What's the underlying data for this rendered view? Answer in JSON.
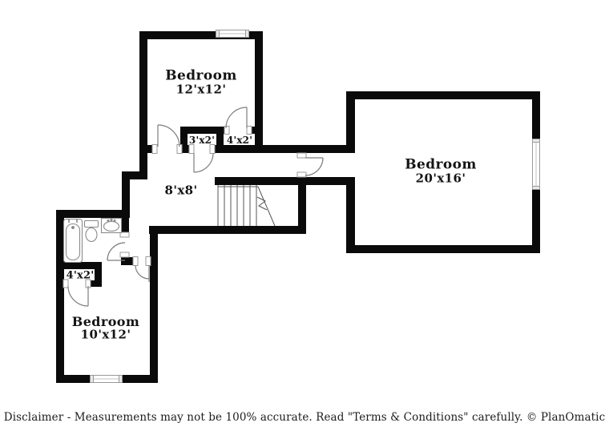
{
  "plan": {
    "rooms": {
      "bedroom_top": {
        "name": "Bedroom",
        "dims": "12'x12'"
      },
      "bedroom_right": {
        "name": "Bedroom",
        "dims": "20'x16'"
      },
      "bedroom_bottom": {
        "name": "Bedroom",
        "dims": "10'x12'"
      },
      "hall": {
        "dims": "8'x8'"
      },
      "closet_top_small": {
        "dims": "3'x2'"
      },
      "closet_top_large": {
        "dims": "4'x2'"
      },
      "closet_bottom": {
        "dims": "4'x2'"
      }
    },
    "fixture_icons": [
      "bathtub-icon",
      "toilet-icon",
      "sink-icon",
      "stairs-icon",
      "door-swing-icon",
      "window-icon"
    ],
    "colors": {
      "wall": "#0a0a0a",
      "fixture_line": "#8a8a8a",
      "stair_line": "#555555"
    }
  },
  "footer": {
    "disclaimer": "Disclaimer - Measurements may not be 100% accurate. Read \"Terms & Conditions\" carefully. © PlanOmatic"
  }
}
